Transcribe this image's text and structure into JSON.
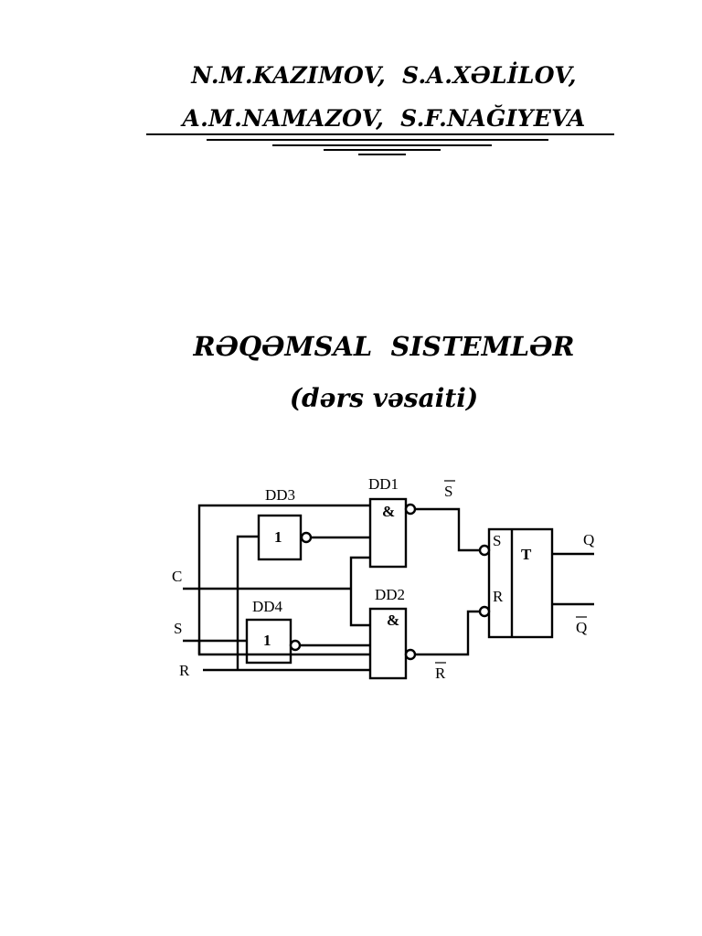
{
  "cover": {
    "authors_line1": "N.M.KAZIMOV,  S.A.XƏLİLOV,",
    "authors_line2": "A.M.NAMAZOV,  S.F.NAĞIYEVA",
    "title": "RƏQƏMSAL  SISTEMLƏR",
    "subtitle": "(dərs vəsaiti)"
  },
  "diagram": {
    "labels": {
      "dd1": "DD1",
      "dd2": "DD2",
      "dd3": "DD3",
      "dd4": "DD4",
      "and1": "&",
      "and2": "&",
      "not1": "1",
      "not2": "1",
      "input_c": "C",
      "input_s": "S",
      "input_r": "R",
      "s_bar": "S",
      "r_bar": "R",
      "trigger_s": "S",
      "trigger_r": "R",
      "trigger_t": "T",
      "out_q": "Q",
      "out_q_bar": "Q"
    }
  }
}
